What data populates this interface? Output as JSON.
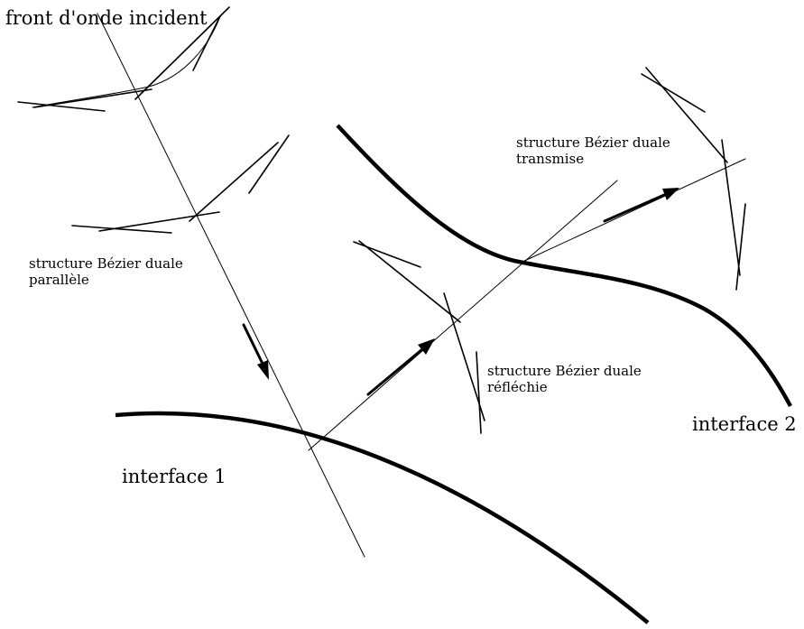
{
  "labels": {
    "incident_front": "front d'onde incident",
    "transmitted_structure_line1": "structure Bézier duale",
    "transmitted_structure_line2": "transmise",
    "parallel_structure_line1": "structure Bézier duale",
    "parallel_structure_line2": "parallèle",
    "reflected_structure_line1": "structure Bézier duale",
    "reflected_structure_line2": "réfléchie",
    "interface_1": "interface 1",
    "interface_2": "interface 2"
  }
}
